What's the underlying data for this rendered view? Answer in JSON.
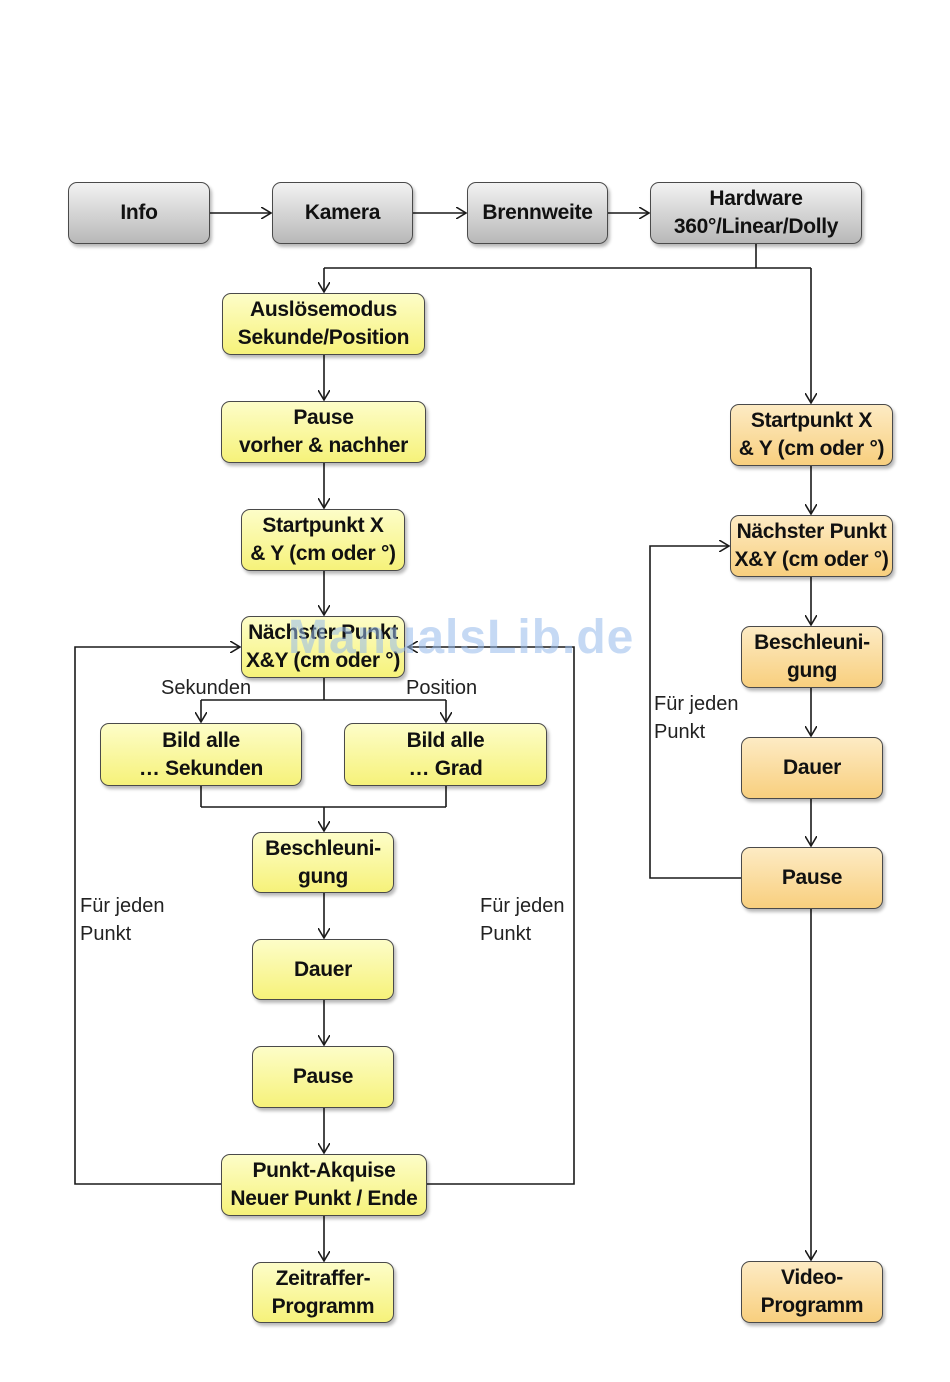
{
  "top_row": {
    "info": "Info",
    "kamera": "Kamera",
    "brennweite": "Brennweite",
    "hardware_line1": "Hardware",
    "hardware_line2": "360°/Linear/Dolly"
  },
  "left_column": {
    "ausloesemodus_line1": "Auslösemodus",
    "ausloesemodus_line2": "Sekunde/Position",
    "pause_vorher_line1": "Pause",
    "pause_vorher_line2": "vorher & nachher",
    "startpunkt_line1": "Startpunkt X",
    "startpunkt_line2": "& Y (cm oder °)",
    "naechster_line1": "Nächster Punkt",
    "naechster_line2": "X&Y (cm oder °)",
    "branch_sekunden": "Sekunden",
    "branch_position": "Position",
    "bild_sek_line1": "Bild alle",
    "bild_sek_line2": "… Sekunden",
    "bild_grad_line1": "Bild alle",
    "bild_grad_line2": "…  Grad",
    "beschleunigung_line1": "Beschleuni-",
    "beschleunigung_line2": "gung",
    "dauer": "Dauer",
    "pause": "Pause",
    "akquise_line1": "Punkt-Akquise",
    "akquise_line2": "Neuer Punkt / Ende",
    "zeitraffer_line1": "Zeitraffer-",
    "zeitraffer_line2": "Programm",
    "loop_left_line1": "Für jeden",
    "loop_left_line2": "Punkt",
    "loop_right_line1": "Für jeden",
    "loop_right_line2": "Punkt"
  },
  "right_column": {
    "startpunkt_line1": "Startpunkt X",
    "startpunkt_line2": "& Y (cm oder °)",
    "naechster_line1": "Nächster Punkt",
    "naechster_line2": "X&Y (cm oder °)",
    "beschleunigung_line1": "Beschleuni-",
    "beschleunigung_line2": "gung",
    "dauer": "Dauer",
    "pause": "Pause",
    "video_line1": "Video-",
    "video_line2": "Programm",
    "loop_line1": "Für jeden",
    "loop_line2": "Punkt"
  },
  "watermark": "ManualsLib.de",
  "colors": {
    "gray_box": "#d0d0d0",
    "yellow_box": "#f8f59a",
    "orange_box": "#fad898",
    "line": "#1a1a1a"
  }
}
